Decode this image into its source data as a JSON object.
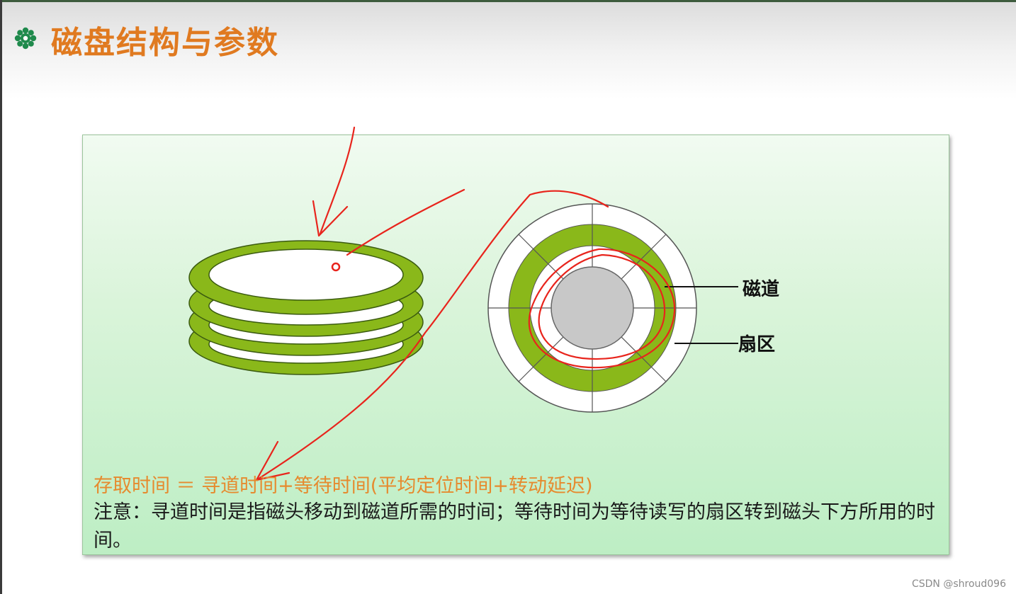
{
  "slide": {
    "title": "磁盘结构与参数",
    "labels": {
      "track": "磁道",
      "sector": "扇区"
    },
    "formula": "存取时间 ＝ 寻道时间+等待时间(平均定位时间+转动延迟)",
    "note": "注意：寻道时间是指磁头移动到磁道所需的时间；等待时间为等待读写的扇区转到磁头下方所用的时间。",
    "watermark": "CSDN @shroud096"
  },
  "colors": {
    "title": "#e07a20",
    "platter_ring": "#8ab81a",
    "hub": "#c8c8c8",
    "formula": "#e68a2e",
    "annotation": "#e8241c",
    "panel": "#c9f0cc"
  },
  "icons": {
    "title_bullet": "flower-gear-icon"
  }
}
